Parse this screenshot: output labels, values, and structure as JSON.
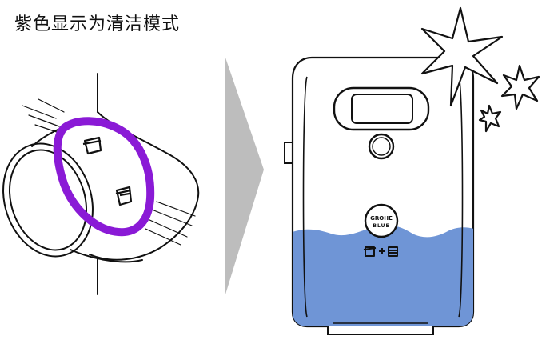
{
  "title": "紫色显示为清洁模式",
  "logo": {
    "line1": "GROHE",
    "line2": "BLUE"
  },
  "colors": {
    "ring": "#8a1ad6",
    "water": "#6f95d6",
    "arrow": "#bdbdbd",
    "line": "#111111"
  },
  "icons": {
    "button_top": "faucet-a-icon",
    "button_bottom": "faucet-b-icon",
    "combo": "faucet-a-plus-b-icon"
  }
}
